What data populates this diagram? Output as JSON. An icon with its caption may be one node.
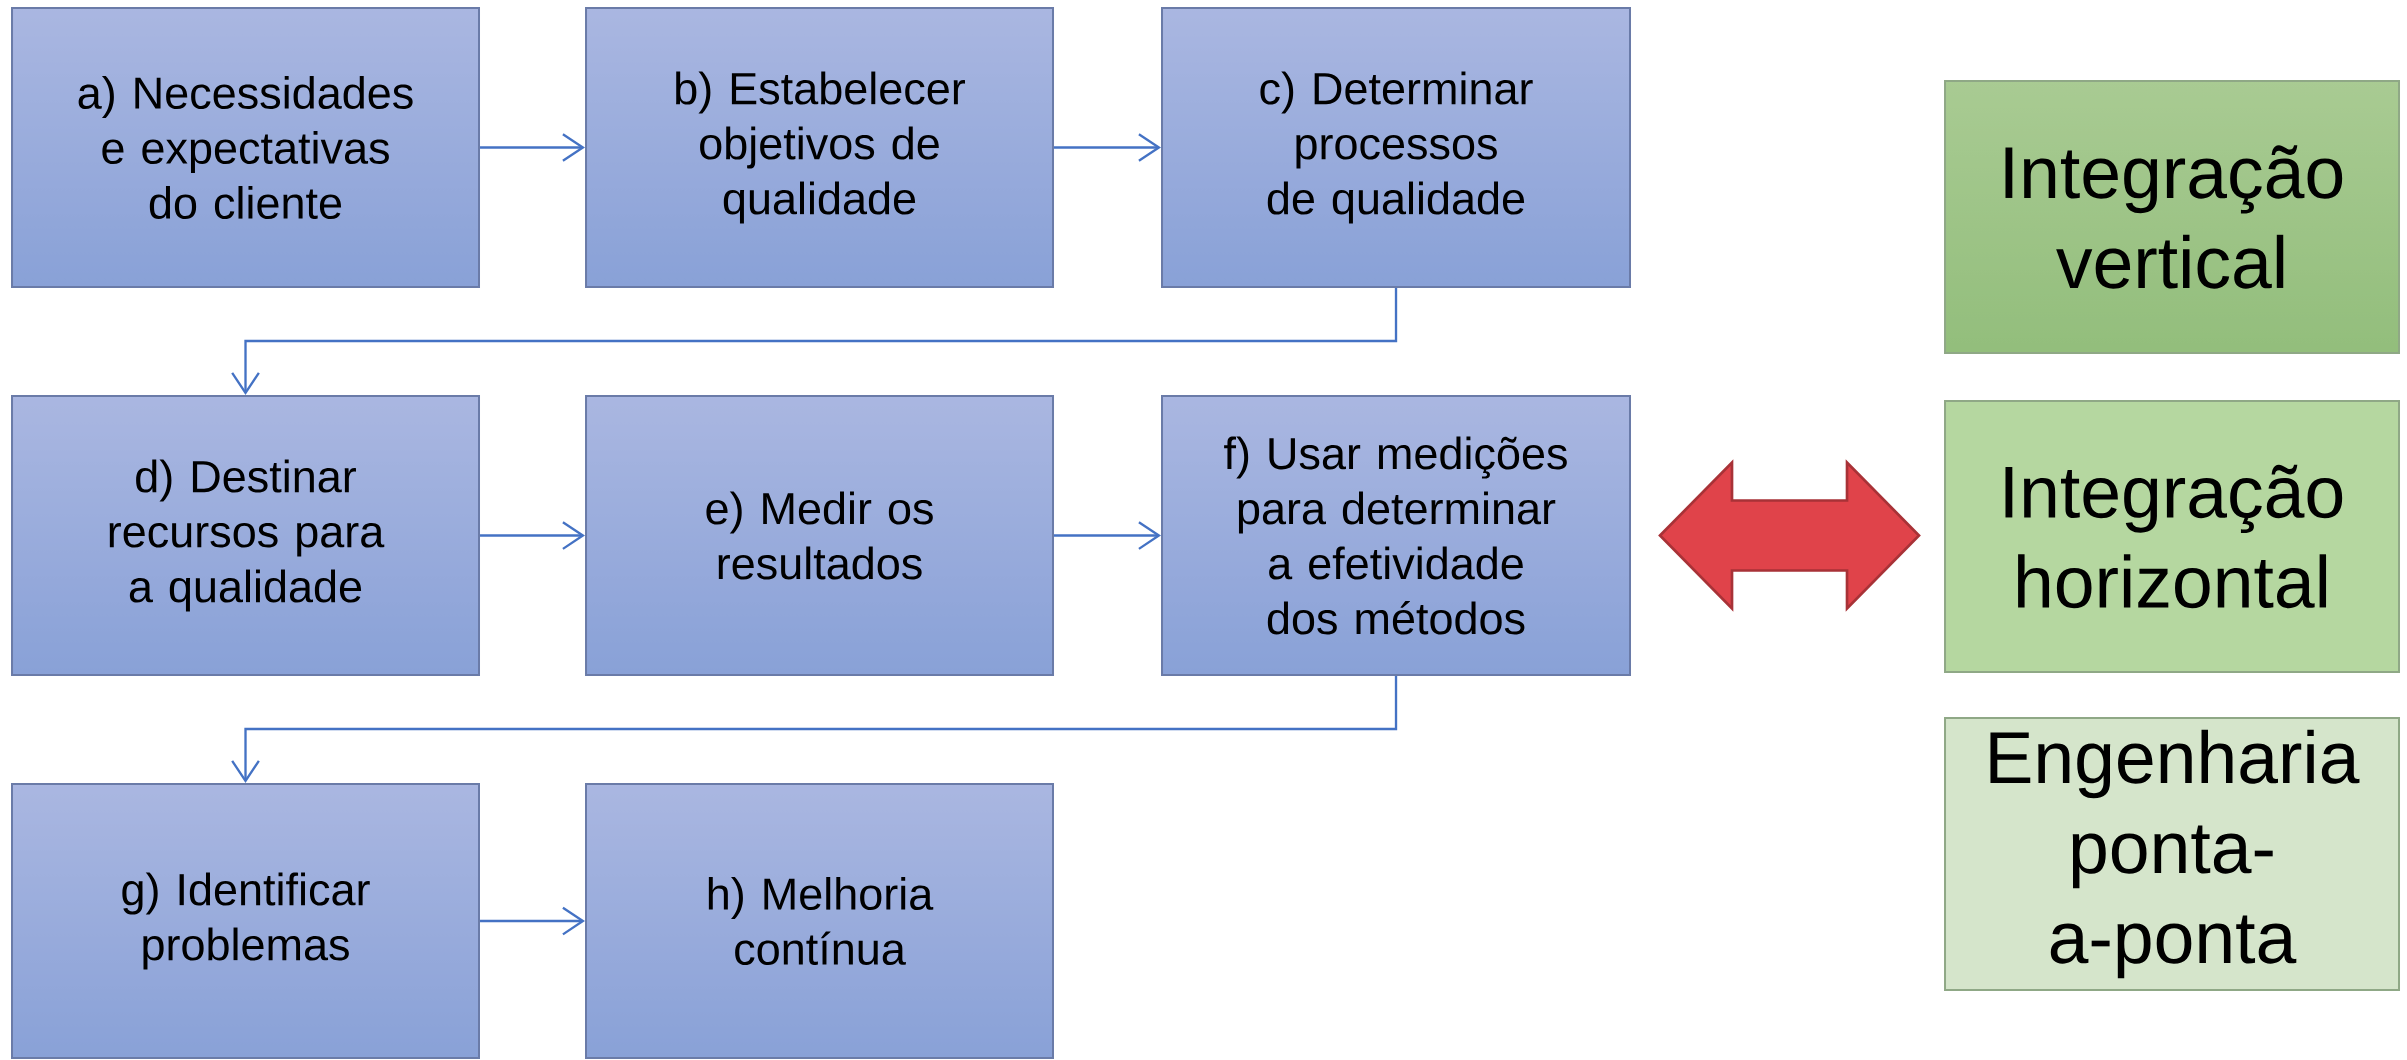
{
  "diagram": {
    "nodes": [
      {
        "text": [
          "a) Necessidades e expectativas do cliente"
        ]
      },
      {
        "text": [
          "b) Estabelecer objetivos de qualidade"
        ]
      },
      {
        "text": [
          "c) Determinar processos de qualidade"
        ]
      },
      {
        "text": [
          "d) Destinar recursos para a qualidade"
        ]
      },
      {
        "text": [
          "e) Medir os resultados"
        ]
      },
      {
        "text": [
          "f) Usar medições para determinar a efetividade dos métodos"
        ]
      },
      {
        "text": [
          "g) Identificar problemas"
        ]
      },
      {
        "text": [
          "h) Melhoria contínua"
        ]
      },
      {
        "text": [
          "Integração vertical"
        ]
      },
      {
        "text": [
          "Integração horizontal"
        ]
      },
      {
        "text": [
          "Engenharia ponta-a-ponta"
        ]
      }
    ],
    "edges": [
      {
        "from": 0,
        "to": 1,
        "arrow": "to"
      },
      {
        "from": 1,
        "to": 2,
        "arrow": "to"
      },
      {
        "from": 2,
        "to": 3,
        "arrow": "to"
      },
      {
        "from": 3,
        "to": 4,
        "arrow": "to"
      },
      {
        "from": 4,
        "to": 5,
        "arrow": "to"
      },
      {
        "from": 5,
        "to": 6,
        "arrow": "to"
      },
      {
        "from": 6,
        "to": 7,
        "arrow": "to"
      },
      {
        "from": 5,
        "to": 9,
        "arrow": "both",
        "style": "thick",
        "color": "#e0434a"
      }
    ]
  }
}
